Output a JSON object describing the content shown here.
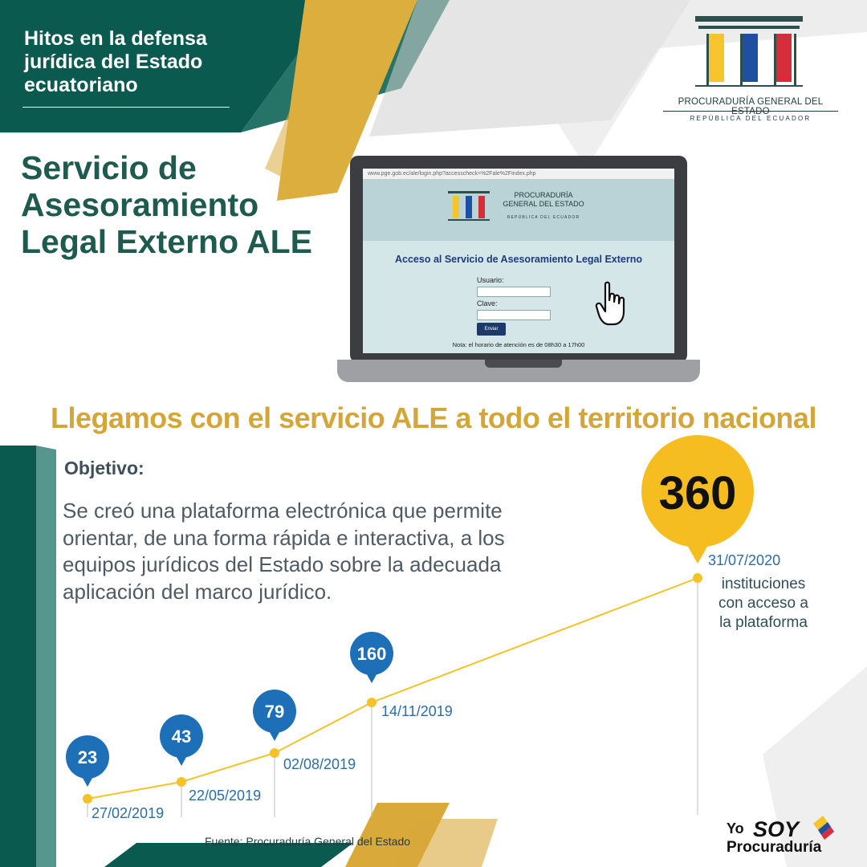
{
  "header": {
    "title": "Hitos en la defensa jurídica del Estado ecuatoriano"
  },
  "logo": {
    "name": "PROCURADURÍA GENERAL DEL ESTADO",
    "country": "REPÚBLICA DEL ECUADOR",
    "bar_colors": [
      "#f6c52d",
      "#1f4fa0",
      "#d62d3b"
    ]
  },
  "service": {
    "title": "Servicio de Asesoramiento Legal Externo ALE"
  },
  "screen": {
    "url": "www.pge.gob.ec/ale/login.php?accesscheck=%2Fale%2Findex.php",
    "logo_name": "PROCURADURÍA GENERAL DEL ESTADO",
    "logo_sub": "REPÚBLICA DEL ECUADOR",
    "title": "Acceso al Servicio de Asesoramiento Legal Externo",
    "user_label": "Usuario:",
    "password_label": "Clave:",
    "submit_label": "Enviar",
    "note": "Nota: el horario de atención es de 08h30 a 17h00"
  },
  "headline": "Llegamos con el servicio ALE a todo el territorio nacional",
  "objective": {
    "label": "Objetivo:",
    "text": "Se creó una plataforma electrónica que permite orientar, de una forma rápida e interactiva,  a los equipos jurídicos del Estado sobre la adecuada aplicación del marco jurídico."
  },
  "chart_data": {
    "type": "line",
    "x": [
      "27/02/2019",
      "22/05/2019",
      "02/08/2019",
      "14/11/2019",
      "31/07/2020"
    ],
    "values": [
      23,
      43,
      79,
      160,
      360
    ],
    "annotation": "instituciones con acceso a la plataforma",
    "line_color": "#f5c228",
    "marker_color": "#1d6fb8",
    "highlight_color": "#f5bd1f"
  },
  "source": "Fuente: Procuraduría General del Estado",
  "brand": {
    "word1": "Yo",
    "word2": "SOY",
    "word3": "Procuraduría"
  },
  "colors": {
    "dark_green": "#0b5a4f",
    "gold": "#d9a93a",
    "title_green": "#1f5a4f"
  }
}
